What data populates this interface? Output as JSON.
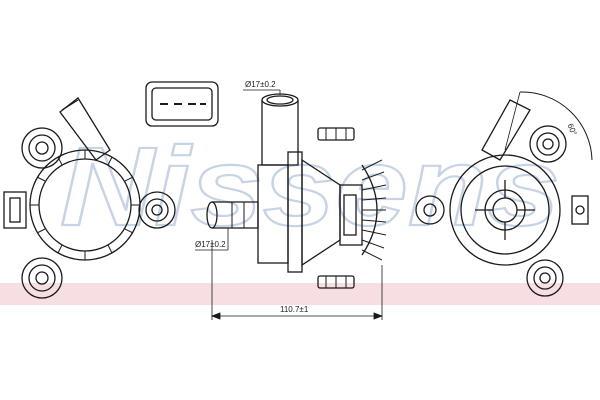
{
  "watermark": {
    "text": "Nissens",
    "stroke_color": "#9ab1d1",
    "band_color": "#e9a0ad"
  },
  "dimensions": {
    "outlet_diameter": "Ø17±0.2",
    "inlet_diameter": "Ø17±0.2",
    "overall_length": "110.7±1",
    "angle": "60°"
  },
  "colors": {
    "line": "#1a1a1a",
    "background": "#ffffff"
  }
}
